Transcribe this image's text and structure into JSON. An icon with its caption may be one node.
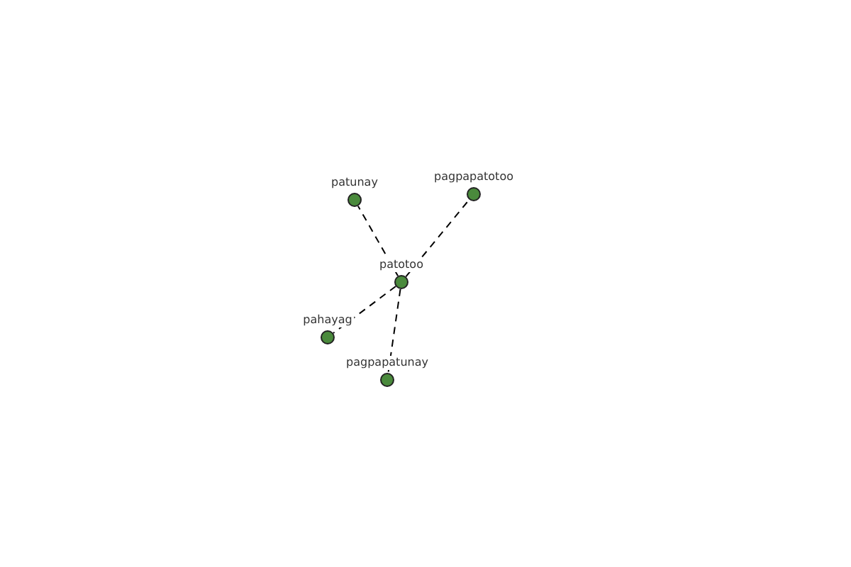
{
  "diagram": {
    "nodes": [
      {
        "text": [],
        "shape": "circle",
        "beside": [
          "patunay"
        ]
      },
      {
        "text": [],
        "shape": "circle",
        "beside": [
          "pagpapatotoo"
        ]
      },
      {
        "text": [],
        "shape": "circle",
        "beside": [
          "patotoo"
        ]
      },
      {
        "text": [],
        "shape": "circle",
        "beside": [
          "pahayag"
        ]
      },
      {
        "text": [],
        "shape": "circle",
        "beside": [
          "pagpapatunay"
        ]
      }
    ],
    "edges": [
      {
        "from": 2,
        "to": 0,
        "arrow": "none",
        "style": "dashed"
      },
      {
        "from": 2,
        "to": 1,
        "arrow": "none",
        "style": "dashed"
      },
      {
        "from": 2,
        "to": 3,
        "arrow": "none",
        "style": "dashed"
      },
      {
        "from": 2,
        "to": 4,
        "arrow": "none",
        "style": "dashed"
      }
    ]
  }
}
